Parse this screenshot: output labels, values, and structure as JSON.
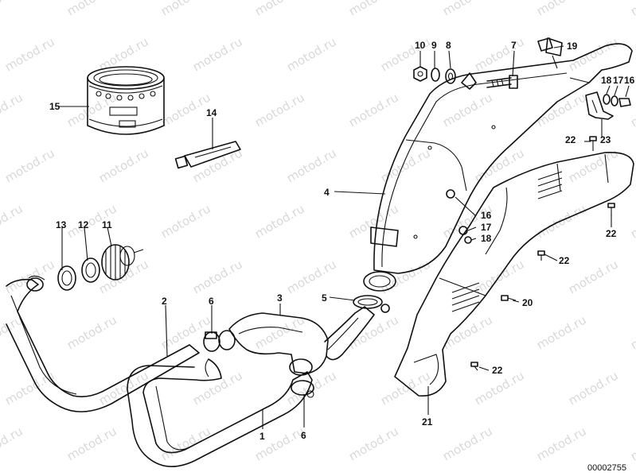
{
  "watermark": "motod.ru",
  "reference_number": "00002755",
  "callouts": {
    "c1": "1",
    "c2": "2",
    "c3": "3",
    "c4": "4",
    "c5": "5",
    "c6a": "6",
    "c6b": "6",
    "c7": "7",
    "c8": "8",
    "c9": "9",
    "c10": "10",
    "c11": "11",
    "c12": "12",
    "c13": "13",
    "c14": "14",
    "c15": "15",
    "c16a": "16",
    "c16b": "16",
    "c17a": "17",
    "c17b": "17",
    "c18a": "18",
    "c18b": "18",
    "c19": "19",
    "c20": "20",
    "c21": "21",
    "c22a": "22",
    "c22b": "22",
    "c22c": "22",
    "c22d": "22",
    "c23": "23"
  },
  "colors": {
    "line": "#111111",
    "watermark": "#d9d9d9",
    "background": "#ffffff"
  }
}
